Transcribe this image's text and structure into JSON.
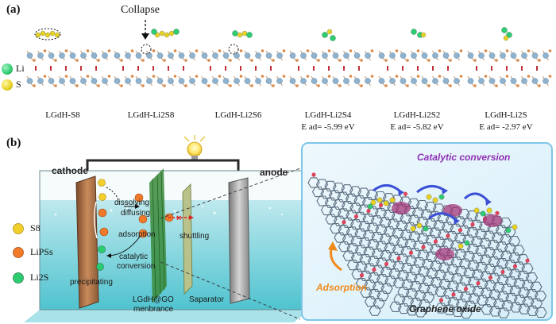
{
  "panel_a": {
    "label": "(a)",
    "collapse_label": "Collapse",
    "legend": [
      {
        "symbol": "Li",
        "color": "#2ecc71"
      },
      {
        "symbol": "S",
        "color": "#e6d222"
      }
    ],
    "structures": [
      {
        "name": "LGdH-S8",
        "ead": ""
      },
      {
        "name": "LGdH-Li2S8",
        "ead": ""
      },
      {
        "name": "LGdH-Li2S6",
        "ead": ""
      },
      {
        "name": "LGdH-Li2S4",
        "ead": "E ad= -5.99 eV"
      },
      {
        "name": "LGdH-Li2S2",
        "ead": "E ad= -5.82 eV"
      },
      {
        "name": "LGdH-Li2S",
        "ead": "E ad= -2.97 eV"
      }
    ]
  },
  "panel_b": {
    "label": "(b)",
    "cathode": "cathode",
    "anode": "anode",
    "legend": [
      {
        "label": "S8",
        "color": "#f2cf2a"
      },
      {
        "label": "LiPSs",
        "color": "#f07a2a"
      },
      {
        "label": "Li2S",
        "color": "#2ecc71"
      }
    ],
    "process": {
      "dissolving": "dissolving",
      "diffusing": "diffusing",
      "adsorption": "adsorption",
      "shuttling": "shuttling",
      "catalytic": "catalytic",
      "conversion": "conversion",
      "precipitating": "precipitating",
      "membrane_line1": "LGdH@GO",
      "membrane_line2": "menbrance",
      "separator": "Saparator"
    },
    "zoom": {
      "catalytic_conversion": "Catalytic conversion",
      "adsorption": "Adsorption",
      "graphene_oxide": "Graphene oxide"
    }
  }
}
